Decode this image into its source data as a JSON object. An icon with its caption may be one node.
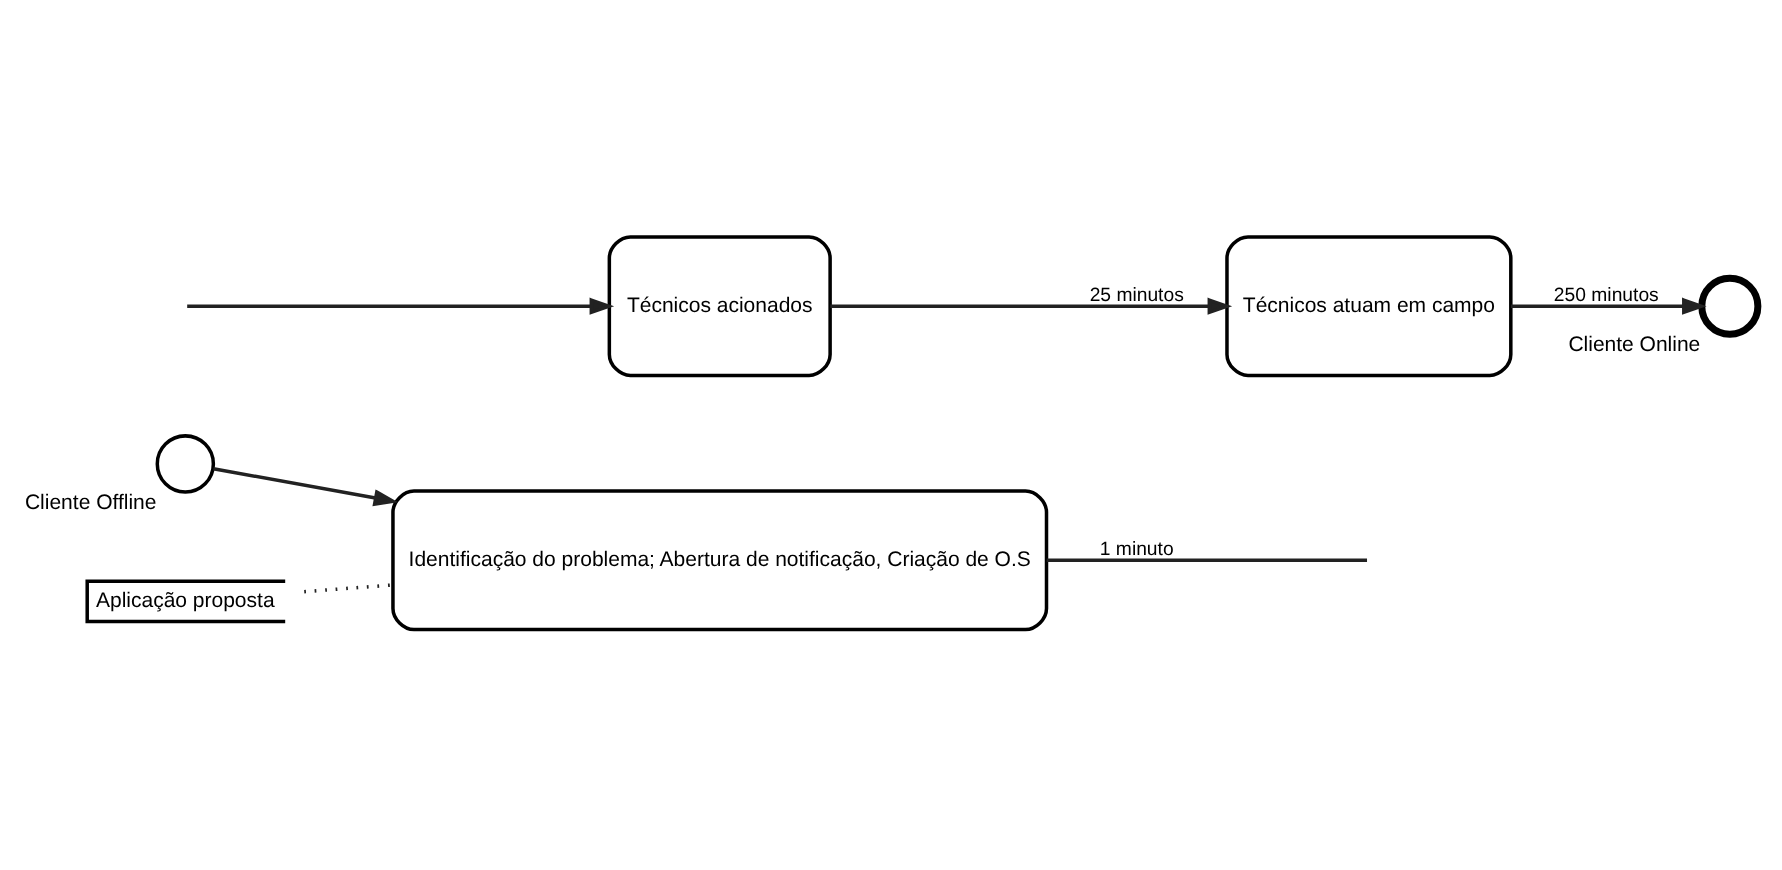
{
  "diagram": {
    "nodes": [
      {
        "text": [],
        "shape": "circle",
        "beside": [
          "Cliente Offline"
        ]
      },
      {
        "text": [
          "Identificação do problema; Abertura de notificação, Criação de O.S"
        ]
      },
      {
        "text": [
          "Aplicação proposta"
        ]
      },
      {
        "text": [
          "Técnicos acionados"
        ]
      },
      {
        "text": [
          "Técnicos atuam em campo"
        ]
      },
      {
        "text": [],
        "shape": "circle",
        "beside": [
          "Cliente Online"
        ]
      }
    ],
    "edges": [
      {
        "from": 0,
        "to": 1,
        "arrow": "to"
      },
      {
        "from": 2,
        "to": 1,
        "arrow": "none",
        "style": "dashed"
      },
      {
        "from": 1,
        "to": null,
        "arrow": "none",
        "label": "1 minuto"
      },
      {
        "from": null,
        "to": 3,
        "arrow": "to"
      },
      {
        "from": 3,
        "to": 4,
        "arrow": "to",
        "label": "25 minutos"
      },
      {
        "from": 4,
        "to": 5,
        "arrow": "to",
        "label": "250 minutos"
      }
    ]
  }
}
